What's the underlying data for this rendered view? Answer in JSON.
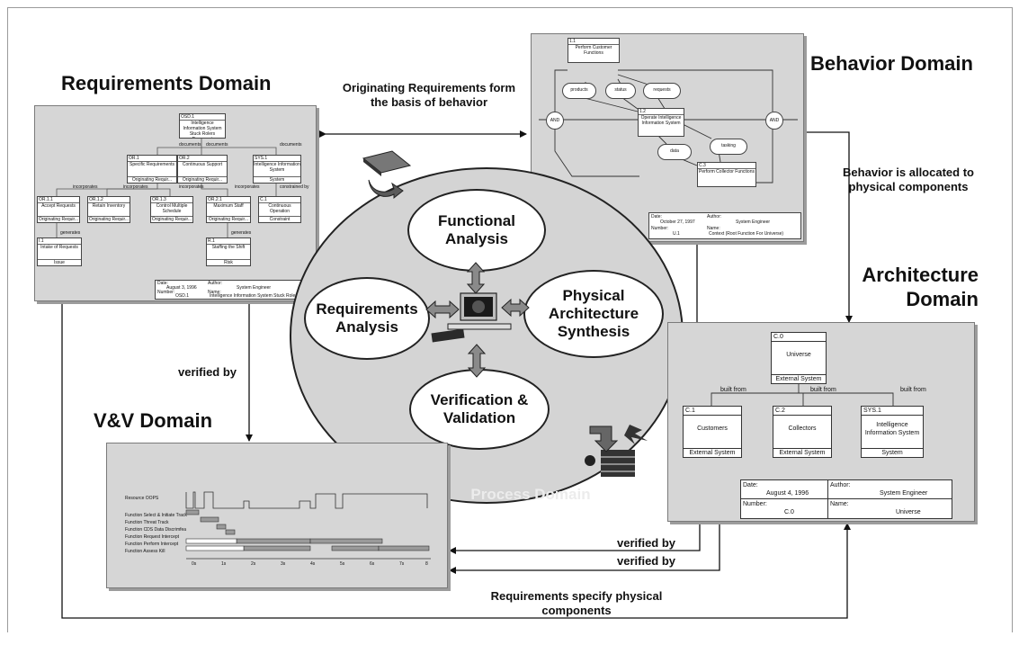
{
  "titles": {
    "requirements": "Requirements Domain",
    "behavior": "Behavior Domain",
    "architecture": "Architecture Domain",
    "vv": "V&V Domain"
  },
  "notes": {
    "originating": "Originating Requirements form the basis of behavior",
    "behavior_allocated": "Behavior is allocated to physical components",
    "verified_by_left": "verified by",
    "verified_by_1": "verified by",
    "verified_by_2": "verified by",
    "req_specify": "Requirements specify physical components"
  },
  "center": {
    "functional_analysis": "Functional Analysis",
    "requirements_analysis": "Requirements Analysis",
    "physical_architecture": "Physical Architecture Synthesis",
    "verification_validation": "Verification & Validation",
    "process_domain": "Process Domain"
  },
  "requirements_panel": {
    "root": {
      "id": "OSD.1",
      "text": "Intelligence Information System Stuck Rolers Document"
    },
    "level2": [
      {
        "id": "OR.1",
        "text": "Specific Requirements",
        "foot": "Originating Requir..."
      },
      {
        "id": "OR.2",
        "text": "Continuous Support",
        "foot": "Originating Requir..."
      },
      {
        "id": "SYS.1",
        "text": "Intelligence Information System",
        "foot": "System"
      }
    ],
    "level3": [
      {
        "id": "OR.1.1",
        "text": "Accept Requests",
        "foot": "Originating Requir..."
      },
      {
        "id": "OR.1.2",
        "text": "Retain Inventory",
        "foot": "Originating Requir..."
      },
      {
        "id": "OR.1.3",
        "text": "Control Multiple Schedule",
        "foot": "Originating Requir..."
      },
      {
        "id": "OR.2.1",
        "text": "Maximum Staff",
        "foot": "Originating Requir..."
      },
      {
        "id": "C.1",
        "text": "Continuous Operation",
        "foot": "Constraint"
      }
    ],
    "level4": [
      {
        "id": "I.1",
        "text": "Intake of Requests",
        "foot": "Issue"
      },
      {
        "id": "R.1",
        "text": "Staffing the Shift",
        "foot": "Risk"
      }
    ],
    "links": [
      "documents",
      "documents",
      "documents",
      "incorporates",
      "incorporates",
      "incorporates",
      "incorporates",
      "generates",
      "generates",
      "constrained by"
    ],
    "meta": {
      "date_label": "Date:",
      "date": "August 3, 1996",
      "author_label": "Author:",
      "author": "System Engineer",
      "number_label": "Number:",
      "number": "OSD.1",
      "name_label": "Name:",
      "name": "Intelligence Information System Stuck Rolers"
    }
  },
  "behavior_panel": {
    "f1": {
      "id": "1.1",
      "text": "Perform Customer Functions"
    },
    "f2": {
      "id": "1.2",
      "text": "Operate Intelligence Information System"
    },
    "f3": {
      "id": "C.3",
      "text": "Perform Collector Functions"
    },
    "items": [
      "products",
      "status",
      "requests",
      "data",
      "tasking"
    ],
    "and_label": "AND",
    "meta": {
      "date_label": "Date:",
      "date": "October 27, 1997",
      "author_label": "Author:",
      "author": "System Engineer",
      "number_label": "Number:",
      "number": "U.1",
      "name_label": "Name:",
      "name": "Context (Root Function For Universe)"
    }
  },
  "architecture_panel": {
    "root": {
      "id": "C.0",
      "text": "Universe",
      "foot": "External System"
    },
    "built_from": "built from",
    "children": [
      {
        "id": "C.1",
        "text": "Customers",
        "foot": "External System"
      },
      {
        "id": "C.2",
        "text": "Collectors",
        "foot": "External System"
      },
      {
        "id": "SYS.1",
        "text": "Intelligence Information System",
        "foot": "System"
      }
    ],
    "meta": {
      "date_label": "Date:",
      "date": "August 4, 1996",
      "author_label": "Author:",
      "author": "System Engineer",
      "number_label": "Number:",
      "number": "C.0",
      "name_label": "Name:",
      "name": "Universe"
    }
  },
  "vv_panel": {
    "rows": [
      "Resource OOPS",
      "Function Select & Initiate Track",
      "Function Threat Track",
      "Function CDS Data Discrimfea",
      "Function Request Intercept",
      "Function Perform Intercept",
      "Function Assess Kill"
    ],
    "axis": [
      "0s",
      "1s",
      "2s",
      "3s",
      "4s",
      "5s",
      "6s",
      "7s",
      "8"
    ]
  }
}
